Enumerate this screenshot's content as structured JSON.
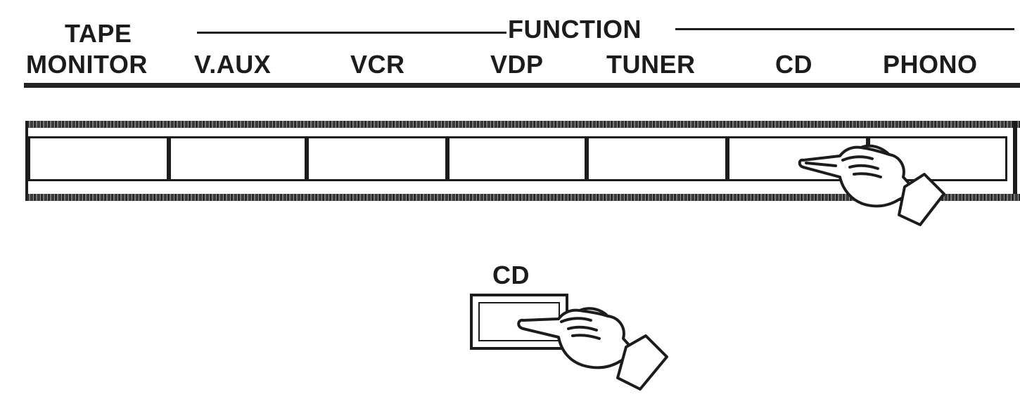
{
  "selector_labels": {
    "tape": "TAPE",
    "monitor": "MONITOR",
    "function_group": "FUNCTION",
    "vaux": "V.AUX",
    "vcr": "VCR",
    "vdp": "VDP",
    "tuner": "TUNER",
    "cd": "CD",
    "phono": "PHONO"
  },
  "cd_key": {
    "label": "CD"
  },
  "icons": {
    "panel_hand": "pointing-hand-icon",
    "key_hand": "pointing-hand-icon"
  }
}
